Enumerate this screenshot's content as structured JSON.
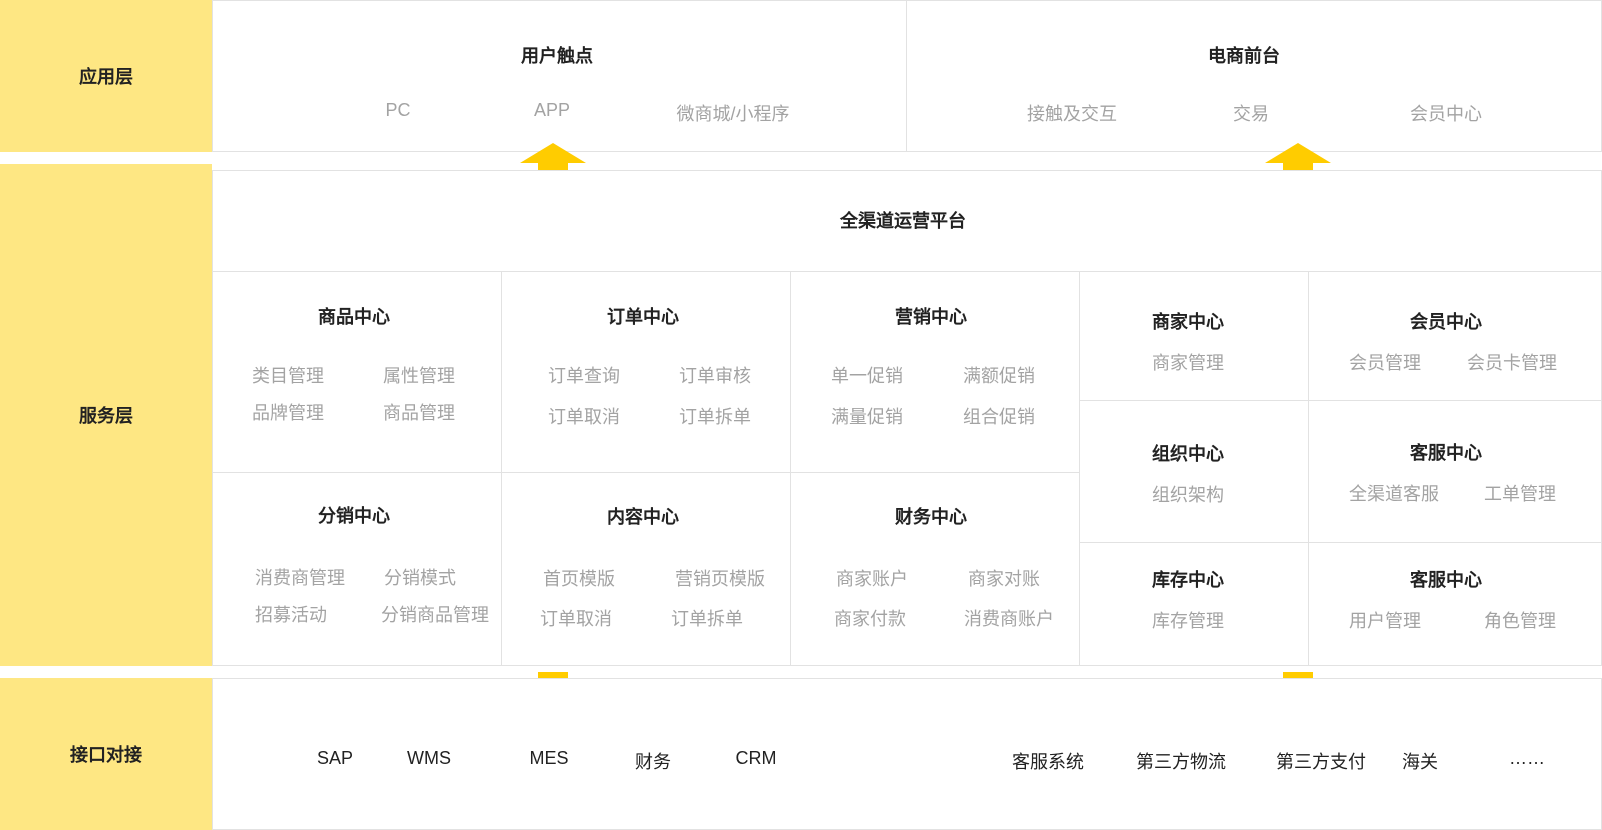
{
  "layers": {
    "app": "应用层",
    "service": "服务层",
    "interface": "接口对接"
  },
  "app_layer": {
    "touchpoints": {
      "title": "用户触点",
      "items": [
        "PC",
        "APP",
        "微商城/小程序"
      ]
    },
    "frontend": {
      "title": "电商前台",
      "items": [
        "接触及交互",
        "交易",
        "会员中心"
      ]
    }
  },
  "platform": {
    "title": "全渠道运营平台"
  },
  "centers": {
    "product": {
      "title": "商品中心",
      "items": [
        "类目管理",
        "属性管理",
        "品牌管理",
        "商品管理"
      ]
    },
    "order": {
      "title": "订单中心",
      "items": [
        "订单查询",
        "订单审核",
        "订单取消",
        "订单拆单"
      ]
    },
    "marketing": {
      "title": "营销中心",
      "items": [
        "单一促销",
        "满额促销",
        "满量促销",
        "组合促销"
      ]
    },
    "distribution": {
      "title": "分销中心",
      "items": [
        "消费商管理",
        "分销模式",
        "招募活动",
        "分销商品管理"
      ]
    },
    "content": {
      "title": "内容中心",
      "items": [
        "首页模版",
        "营销页模版",
        "订单取消",
        "订单拆单"
      ]
    },
    "finance": {
      "title": "财务中心",
      "items": [
        "商家账户",
        "商家对账",
        "商家付款",
        "消费商账户"
      ]
    },
    "merchant": {
      "title": "商家中心",
      "items": [
        "商家管理"
      ]
    },
    "member": {
      "title": "会员中心",
      "items": [
        "会员管理",
        "会员卡管理"
      ]
    },
    "organization": {
      "title": "组织中心",
      "items": [
        "组织架构"
      ]
    },
    "service": {
      "title": "客服中心",
      "items": [
        "全渠道客服",
        "工单管理"
      ]
    },
    "inventory": {
      "title": "库存中心",
      "items": [
        "库存管理"
      ]
    },
    "service2": {
      "title": "客服中心",
      "items": [
        "用户管理",
        "角色管理"
      ]
    }
  },
  "interfaces": [
    "SAP",
    "WMS",
    "MES",
    "财务",
    "CRM",
    "客服系统",
    "第三方物流",
    "第三方支付",
    "海关",
    "……"
  ],
  "colors": {
    "accent": "#FEE783",
    "arrow": "#FFCC00",
    "text_muted": "#a3a3a3"
  }
}
